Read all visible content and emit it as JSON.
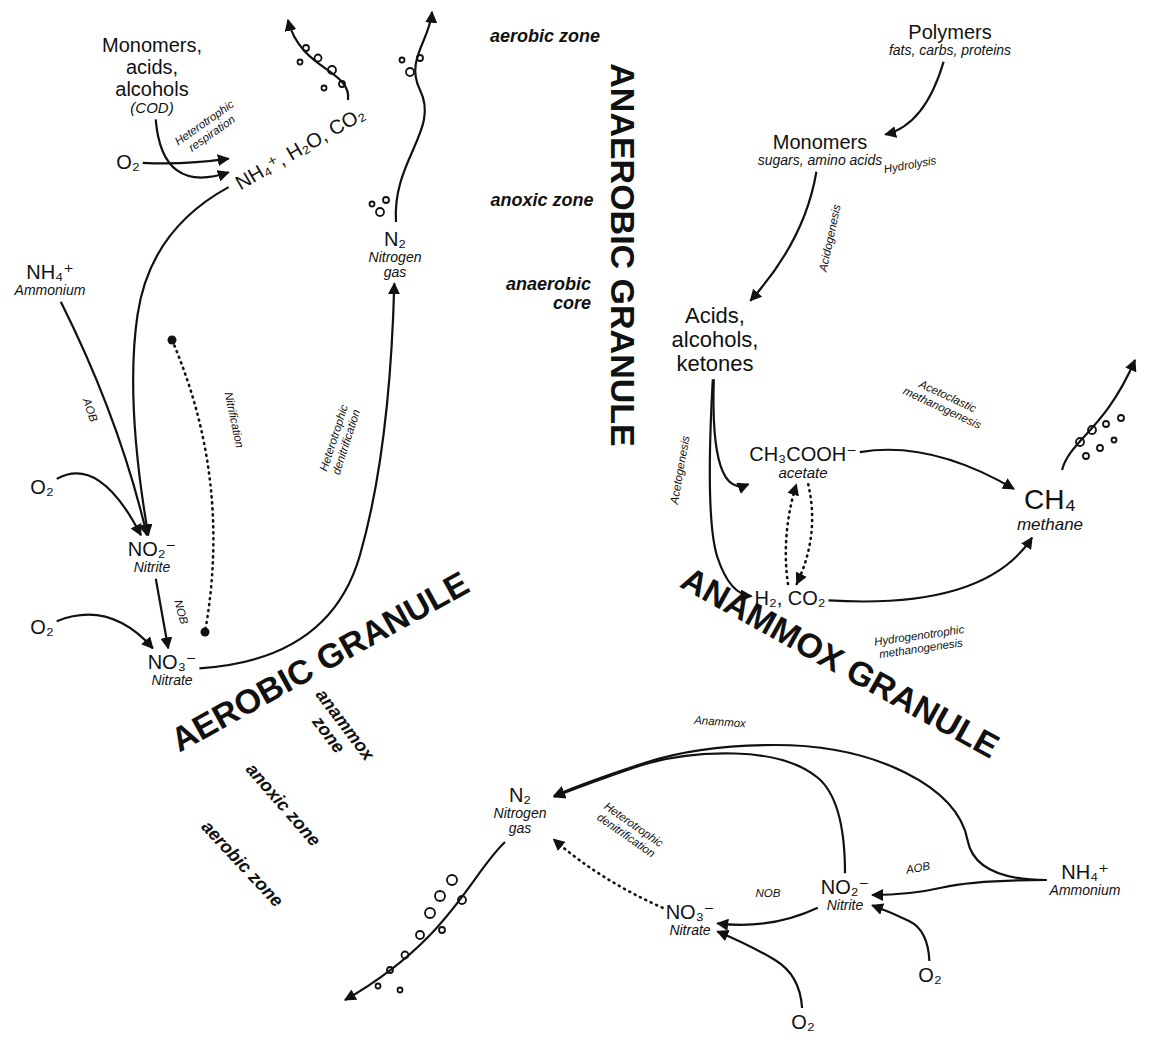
{
  "diagram": {
    "nodes": [
      {
        "text": [
          "AEROBIC GRANULE"
        ]
      },
      {
        "text": [
          "aerobic zone"
        ],
        "in": 0
      },
      {
        "text": [
          "anoxic zone"
        ],
        "in": 1
      },
      {
        "text": [
          "anaerobic core"
        ],
        "in": 2
      },
      {
        "text": [
          "ANAEROBIC GRANULE"
        ]
      },
      {
        "text": [
          "ANAMMOX GRANULE"
        ]
      },
      {
        "text": [
          "aerobic zone"
        ],
        "in": 5
      },
      {
        "text": [
          "anoxic zone"
        ],
        "in": 6
      },
      {
        "text": [
          "anammox zone"
        ],
        "in": 7
      },
      {
        "text": [
          "Monomers, acids, alcohols",
          "(COD)"
        ]
      },
      {
        "text": [
          "O₂"
        ]
      },
      {
        "text": [
          "NH₄⁺, H₂O, CO₂"
        ],
        "in": 1
      },
      {
        "text": [
          "NH₄⁺",
          "Ammonium"
        ]
      },
      {
        "text": [
          "O₂"
        ]
      },
      {
        "text": [
          "NO₂⁻",
          "Nitrite"
        ],
        "in": 1
      },
      {
        "text": [
          "O₂"
        ]
      },
      {
        "text": [
          "NO₃⁻",
          "Nitrate"
        ],
        "in": 1
      },
      {
        "text": [
          "N₂",
          "Nitrogen gas"
        ],
        "in": 2
      },
      {
        "text": [
          "Polymers",
          "fats, carbs, proteins"
        ]
      },
      {
        "text": [
          "Monomers",
          "sugars, amino acids"
        ],
        "in": 4
      },
      {
        "text": [
          "Acids, alcohols, ketones"
        ],
        "in": 4
      },
      {
        "text": [
          "CH₃COOH⁻",
          "acetate"
        ],
        "in": 4
      },
      {
        "text": [
          "H₂, CO₂"
        ],
        "in": 4
      },
      {
        "text": [
          "CH₄",
          "methane"
        ],
        "in": 4
      },
      {
        "text": [
          "N₂",
          "Nitrogen gas"
        ],
        "in": 8
      },
      {
        "text": [
          "NO₃⁻",
          "Nitrate"
        ],
        "in": 7
      },
      {
        "text": [
          "NO₂⁻",
          "Nitrite"
        ],
        "in": 7
      },
      {
        "text": [
          "NH₄⁺",
          "Ammonium"
        ]
      },
      {
        "text": [
          "O₂"
        ]
      },
      {
        "text": [
          "O₂"
        ]
      }
    ],
    "edges": [
      {
        "from": 9,
        "to": 11,
        "arrow": "to",
        "label": "Heterotrophic respiration"
      },
      {
        "from": 10,
        "to": 11,
        "arrow": "to"
      },
      {
        "from": 11,
        "to": 14,
        "arrow": "to"
      },
      {
        "from": 12,
        "to": 14,
        "arrow": "to",
        "label": "AOB"
      },
      {
        "from": 13,
        "to": 14,
        "arrow": "to"
      },
      {
        "from": 14,
        "to": 16,
        "arrow": "to",
        "label": "NOB"
      },
      {
        "from": 15,
        "to": 16,
        "arrow": "to"
      },
      {
        "from": 16,
        "to": 17,
        "arrow": "to",
        "label": "Heterotrophic denitrification"
      },
      {
        "from": 18,
        "to": 19,
        "arrow": "to",
        "label": "Hydrolysis"
      },
      {
        "from": 19,
        "to": 20,
        "arrow": "to",
        "label": "Acidogenesis"
      },
      {
        "from": 20,
        "to": 21,
        "arrow": "to",
        "label": "Acetogenesis"
      },
      {
        "from": 20,
        "to": 22,
        "arrow": "to"
      },
      {
        "from": 21,
        "to": 23,
        "arrow": "to",
        "label": "Acetoclastic methanogenesis"
      },
      {
        "from": 22,
        "to": 23,
        "arrow": "to",
        "label": "Hydrogenotrophic methanogenesis"
      },
      {
        "from": 22,
        "to": 21,
        "arrow": "to"
      },
      {
        "from": 21,
        "to": 22,
        "arrow": "to"
      },
      {
        "from": 27,
        "to": 24,
        "arrow": "to",
        "label": "Anammox"
      },
      {
        "from": 27,
        "to": 26,
        "arrow": "to",
        "label": "AOB"
      },
      {
        "from": 28,
        "to": 26,
        "arrow": "to"
      },
      {
        "from": 26,
        "to": 24,
        "arrow": "to"
      },
      {
        "from": 26,
        "to": 25,
        "arrow": "to",
        "label": "NOB"
      },
      {
        "from": 29,
        "to": 25,
        "arrow": "to"
      },
      {
        "from": 25,
        "to": 24,
        "arrow": "to",
        "label": "Heterotrophic denitrification"
      }
    ],
    "labels": [
      "Nitrification"
    ]
  }
}
